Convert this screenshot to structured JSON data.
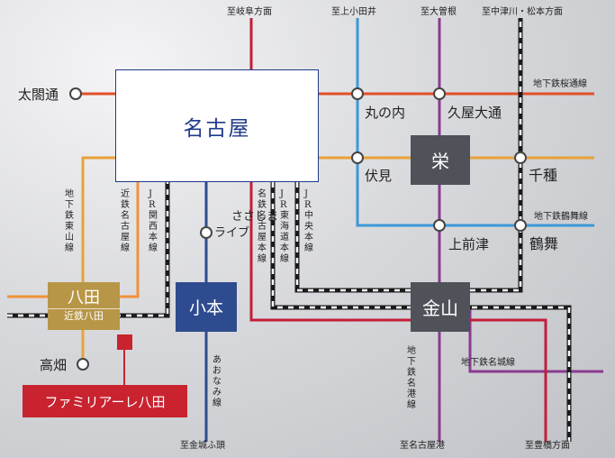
{
  "stations": {
    "nagoya": "名古屋",
    "sakae": "栄",
    "kanayama": "金山",
    "komoto": "小本",
    "hatta": "八田",
    "kintetsu_hatta": "近鉄八田",
    "taikodori": "太閤通",
    "marunouchi": "丸の内",
    "hisaya_odori": "久屋大通",
    "fushimi": "伏見",
    "chikusa": "千種",
    "kamimaezu": "上前津",
    "tsurumai": "鶴舞",
    "takabata": "高畑",
    "sasashima_live": [
      "ささしま",
      "ライブ"
    ]
  },
  "property_label": "ファミリアーレ八田",
  "destinations": {
    "gifu": "至岐阜方面",
    "kamiotai": "至上小田井",
    "ozone": "至大曽根",
    "nakatsugawa": "至中津川・松本方面",
    "kinjo_futo": "至金城ふ頭",
    "nagoyako": "至名古屋港",
    "toyohashi": "至豊橋方面"
  },
  "lines": {
    "sakura_dori": "地下鉄桜通線",
    "tsurumai": "地下鉄鶴舞線",
    "meijo": "地下鉄名城線",
    "higashiyama": [
      "地",
      "下",
      "鉄",
      "東",
      "山",
      "線"
    ],
    "kintetsu_nagoya": [
      "近",
      "鉄",
      "名",
      "古",
      "屋",
      "線"
    ],
    "jr_kansai": [
      "J",
      "R",
      "関",
      "西",
      "本",
      "線"
    ],
    "meitetsu_nagoya": [
      "名",
      "鉄",
      "名",
      "古",
      "屋",
      "本",
      "線"
    ],
    "jr_tokaido": [
      "J",
      "R",
      "東",
      "海",
      "道",
      "本",
      "線"
    ],
    "jr_chuo": [
      "J",
      "R",
      "中",
      "央",
      "本",
      "線"
    ],
    "aonami": [
      "あ",
      "お",
      "な",
      "み",
      "線"
    ],
    "meiko": [
      "地",
      "下",
      "鉄",
      "名",
      "港",
      "線"
    ]
  },
  "colors": {
    "sakura_dori": "#e0502a",
    "higashiyama": "#e8a13a",
    "tsurumai": "#3a98d6",
    "meijo": "#8a3a8f",
    "meitetsu": "#c21e3a",
    "aonami": "#2f4b8f",
    "kintetsu": "#f0923a",
    "jr_dark": "#1a1a1a",
    "station_dark": "#505259",
    "hatta_gold": "#b79647",
    "property_red": "#c8232f",
    "nagoya_blue": "#1f3a8a"
  }
}
